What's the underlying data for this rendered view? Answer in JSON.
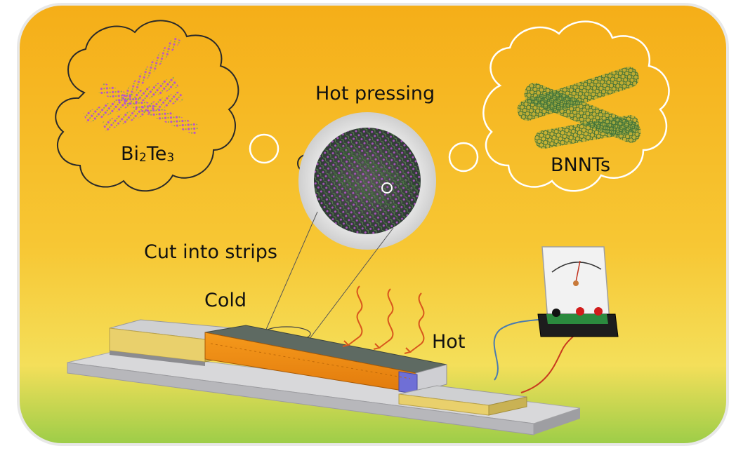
{
  "labels": {
    "hot_pressing": "Hot pressing",
    "bnnts": "BNNTs",
    "cut_into_strips": "Cut into strips",
    "cold": "Cold",
    "hot": "Hot",
    "bi2te3": {
      "part1": "Bi",
      "sub1": "2",
      "part2": "Te",
      "sub2": "3"
    }
  },
  "colors": {
    "background_top": "#f6b21a",
    "background_mid": "#f8cf3a",
    "background_bottom": "#9cd04a",
    "bi2te3_crystal": "#a64ac9",
    "bnnt_tube": "#3f7a3a",
    "strip_orange": "#f08a10",
    "electrode_yellow": "#e8d070",
    "wire_blue": "#4a7bb0",
    "wire_red": "#c83a1e",
    "heat_wave": "#d8561c"
  }
}
